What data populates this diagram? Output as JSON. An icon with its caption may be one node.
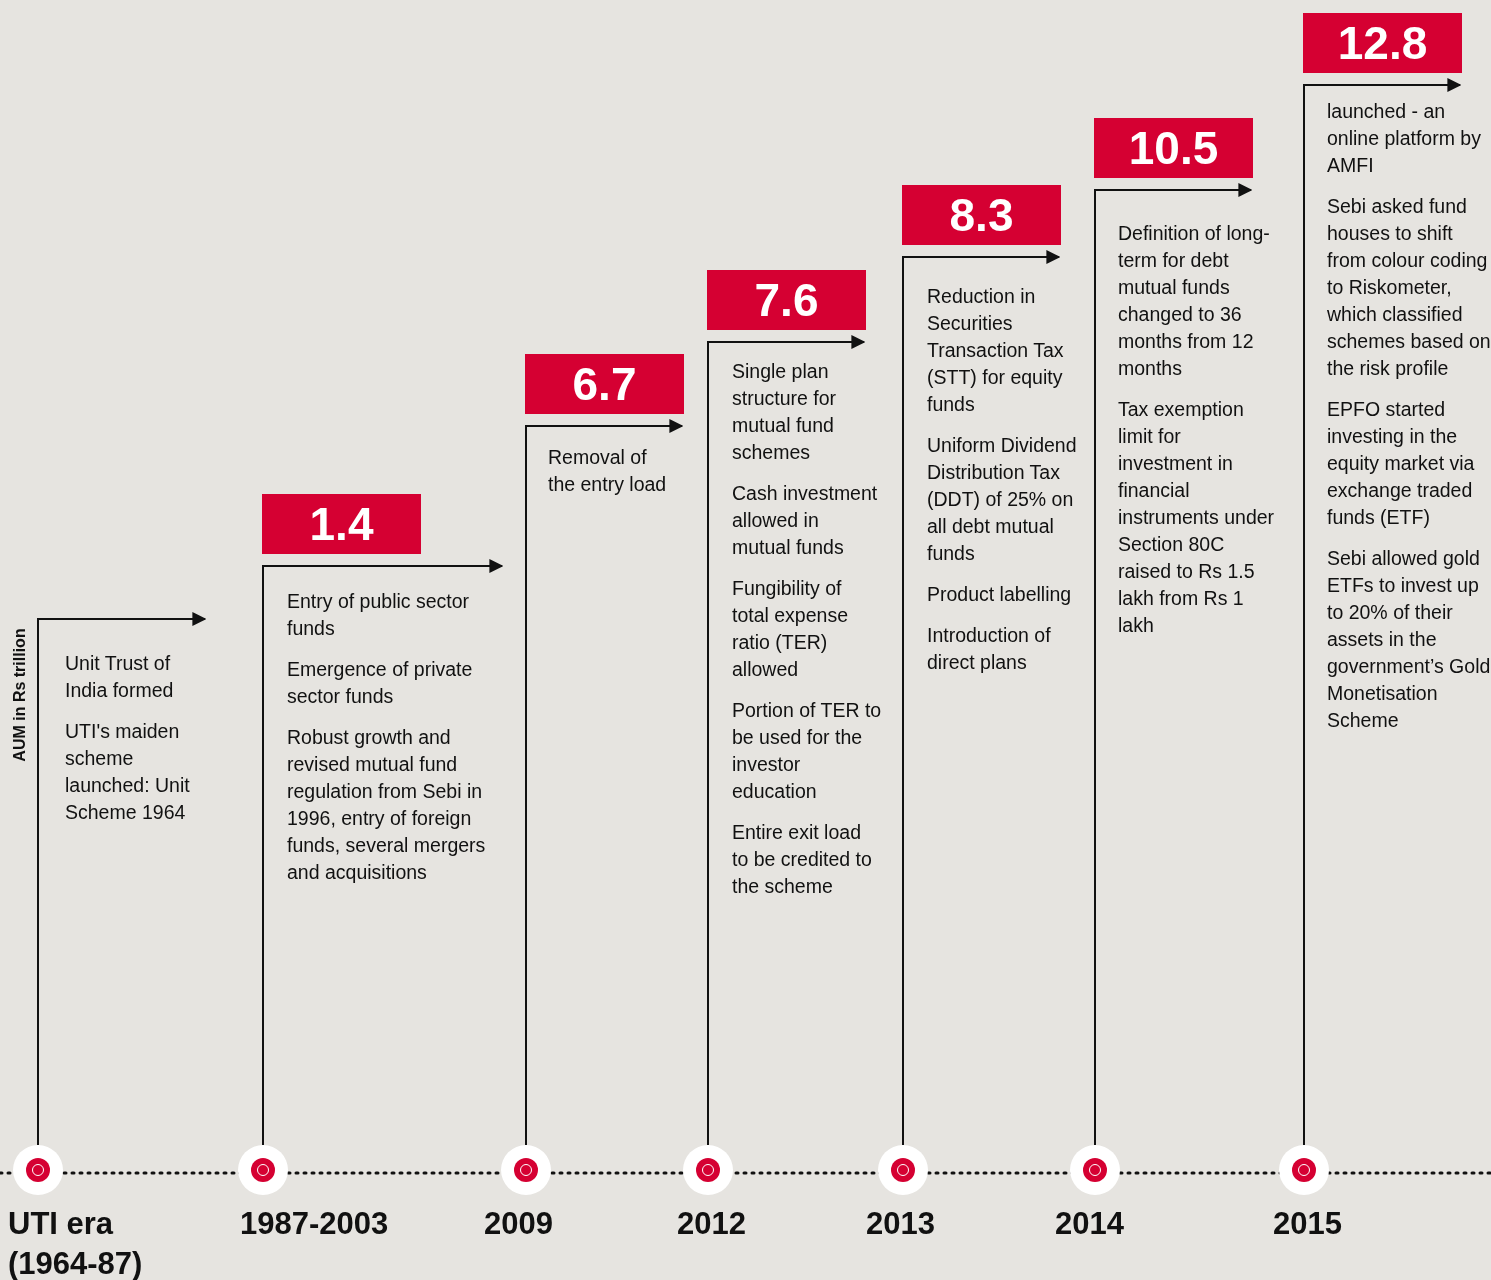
{
  "diagram": {
    "nodes": [
      {
        "text": [],
        "shape": "circle",
        "beside": [
          "UTI era (1964-87)"
        ]
      },
      {
        "text": [],
        "shape": "circle",
        "beside": [
          "1987-2003"
        ]
      },
      {
        "text": [],
        "shape": "circle",
        "beside": [
          "2009"
        ]
      },
      {
        "text": [],
        "shape": "circle",
        "beside": [
          "2012"
        ]
      },
      {
        "text": [],
        "shape": "circle",
        "beside": [
          "2013"
        ]
      },
      {
        "text": [],
        "shape": "circle",
        "beside": [
          "2014"
        ]
      },
      {
        "text": [],
        "shape": "circle",
        "beside": [
          "2015"
        ]
      },
      {
        "text": [
          "1.4"
        ],
        "beside": [
          "Entry of public sector funds",
          "Emergence of private sector funds",
          "Robust growth and revised mutual fund regulation from Sebi in 1996, entry of foreign funds, several mergers and acquisitions"
        ]
      },
      {
        "text": [
          "6.7"
        ],
        "beside": [
          "Removal of the entry load"
        ]
      },
      {
        "text": [
          "7.6"
        ],
        "beside": [
          "Single plan structure for mutual fund schemes",
          "Cash investment allowed in mutual funds",
          "Fungibility of total expense ratio (TER) allowed",
          "Portion of TER to be used for the investor education",
          "Entire exit load to be credited to the scheme"
        ]
      },
      {
        "text": [
          "8.3"
        ],
        "beside": [
          "Reduction in Securities Transaction Tax (STT) for equity funds",
          "Uniform Dividend Distribution Tax (DDT) of 25% on all debt mutual funds",
          "Product labelling",
          "Introduction of direct plans"
        ]
      },
      {
        "text": [
          "10.5"
        ],
        "beside": [
          "Definition of long-term for debt mutual funds changed to 36 months from 12 months",
          "Tax exemption limit for investment in financial instruments under Section 80C raised to Rs 1.5 lakh from Rs 1 lakh"
        ]
      },
      {
        "text": [
          "12.8"
        ],
        "beside": [
          "launched - an online platform by AMFI",
          "Sebi asked fund houses to shift from colour coding to Riskometer, which classified schemes based on the risk profile",
          "EPFO started investing in the equity market via exchange traded funds (ETF)",
          "Sebi allowed gold ETFs to invest up to 20% of their assets in the government’s Gold Monetisation Scheme"
        ]
      }
    ],
    "edges": [
      {
        "from": 0,
        "to": null,
        "arrow": "to"
      },
      {
        "from": 1,
        "to": 7,
        "arrow": "to"
      },
      {
        "from": 2,
        "to": 8,
        "arrow": "to"
      },
      {
        "from": 3,
        "to": 9,
        "arrow": "to"
      },
      {
        "from": 4,
        "to": 10,
        "arrow": "to"
      },
      {
        "from": 5,
        "to": 11,
        "arrow": "to"
      },
      {
        "from": 6,
        "to": 12,
        "arrow": "to"
      }
    ],
    "labels": [
      "AUM in Rs trillion",
      "Unit Trust of India formed",
      "UTI's maiden scheme launched: Unit Scheme 1964"
    ]
  }
}
